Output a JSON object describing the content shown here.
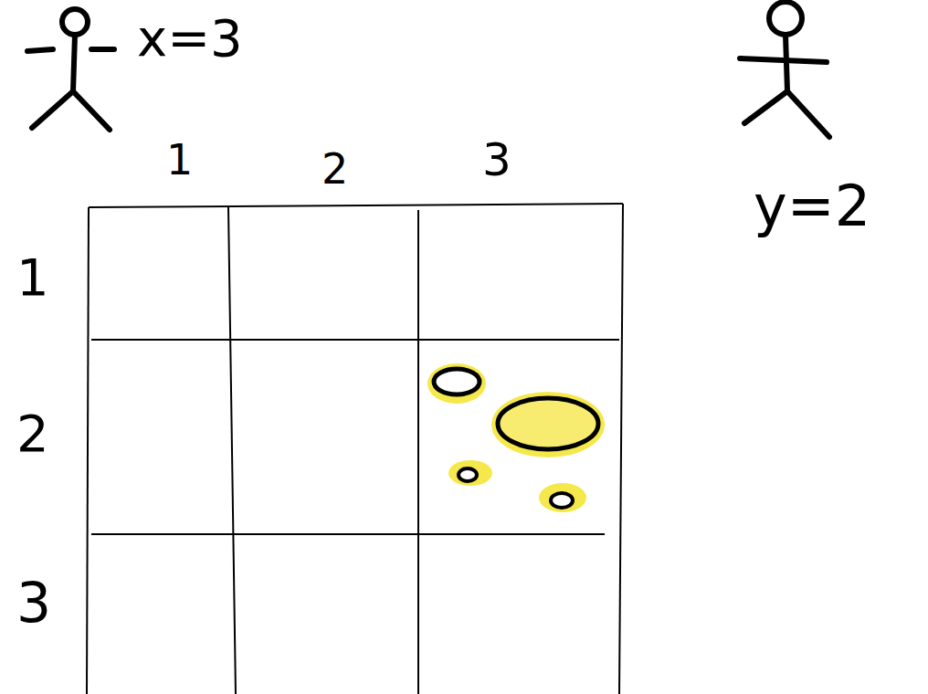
{
  "diagram": {
    "labels": [
      "x=3",
      "y=2",
      "1",
      "2",
      "3",
      "1",
      "2",
      "3"
    ]
  }
}
